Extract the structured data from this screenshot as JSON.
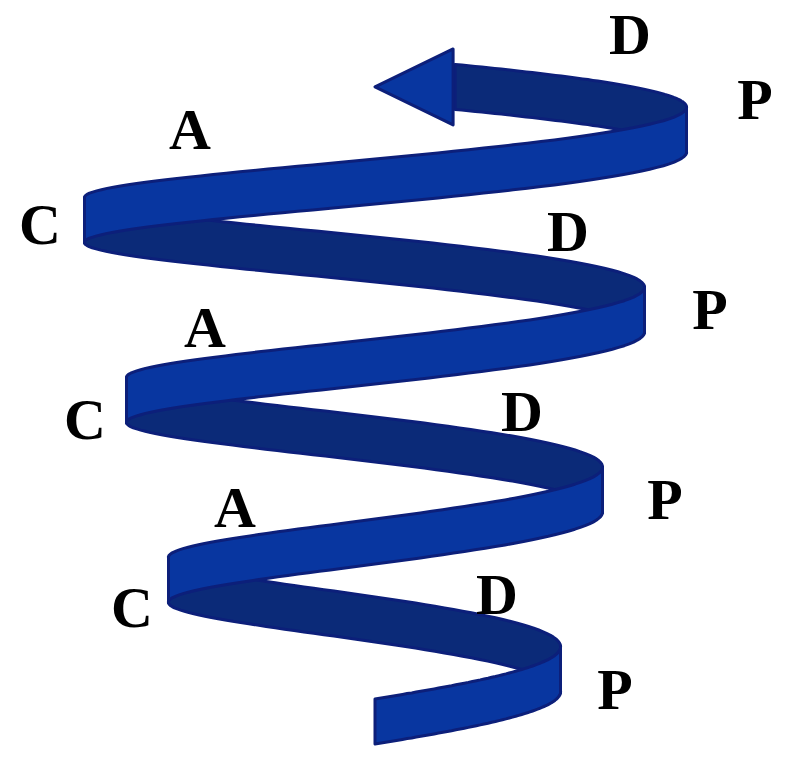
{
  "diagram": {
    "labels": [
      "D",
      "P",
      "A",
      "C",
      "D",
      "P",
      "A",
      "C",
      "D",
      "P",
      "A",
      "C",
      "D",
      "P"
    ]
  }
}
